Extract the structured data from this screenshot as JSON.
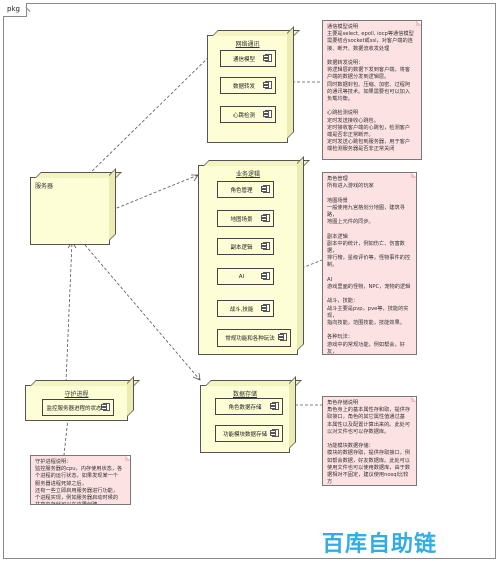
{
  "frame": {
    "tab": "pkg"
  },
  "nodes": {
    "network": {
      "title": "网络通讯",
      "components": [
        "通信模型",
        "数据转发",
        "心跳检测"
      ]
    },
    "server": {
      "title": "服务器"
    },
    "business": {
      "title": "业务逻辑",
      "components": [
        "角色管理",
        "地图场景",
        "副本逻辑",
        "AI",
        "战斗,技能",
        "常规功能和各种玩法"
      ]
    },
    "guard": {
      "title": "守护进程",
      "components": [
        "监控服务器进程的状态"
      ]
    },
    "storage": {
      "title": "数据存储",
      "components": [
        "角色数据存储",
        "功能模块数据存储"
      ]
    }
  },
  "notes": {
    "network": "通信模型说明\n主要是select, epoll, iocp等通信模型\n需要结合socket或ssl，对客户端的连\n接、断开、数据流收发处理\n\n数据转发说明：\n将逻辑层的数据下发到客户端，将客\n户端的数据分发到逻辑层。\n同时数据封包、压缩、加密、过程阿\n的通讯等技术。如果需要也可以加入\n负载均衡。\n\n心跳检测说明\n定时发送接收心跳包。\n定时接收客户端的心跳包，检测客户\n端是否非正常断开。\n定时发送心跳包到服务器，用于客户\n端检测服务器是否非正常关闭",
    "business": "角色管理\n所有进入游戏的玩家\n\n地图场景\n一般使用九宫格划分地图，建筑寻路，\n地图上元件的同步。\n\n副本逻辑\n副本中的统计，例如伤亡、伤害数据，\n排行榜，星级评价等，怪物事件的控\n制。\n\nAI\n游戏里面的怪物，NPC，宠物的逻辑\n\n战斗，技能：\n战斗主要是pvp，pve等，技能的实现，\n指向技能，范围技能，技能效果。\n\n各种玩法：\n游戏中的常规功能，例如帮会，好友，\n聊天，抽奖宝箱，任务等等。",
    "guard": "守护进程说明：\n监控服务器的cpu，内存使用状态，各\n个进程的运行状态，如果发现某一个\n服务器进程死掉之后，\n还有一些立即启用服务器进行功能，\n个进程实现，例如服务器启动时候的\n共享内存就可以在这里创建。",
    "storage": "角色存储说明\n角色身上的基本属性存和取，提供存\n取接口，角色的其它属性值通过基\n本属性以及配置计算出来的。此处可\n以对文件也可以存数据库。\n\n功能模块数据存储：\n模块的数据存取，提供存取接口，例\n如帮会数据，好友数据库。此处可以\n使用文件也可以使用数据库，由于数\n据相对不固定，建议使用nosql比较方\n便。"
  },
  "watermark": "百库自助链"
}
